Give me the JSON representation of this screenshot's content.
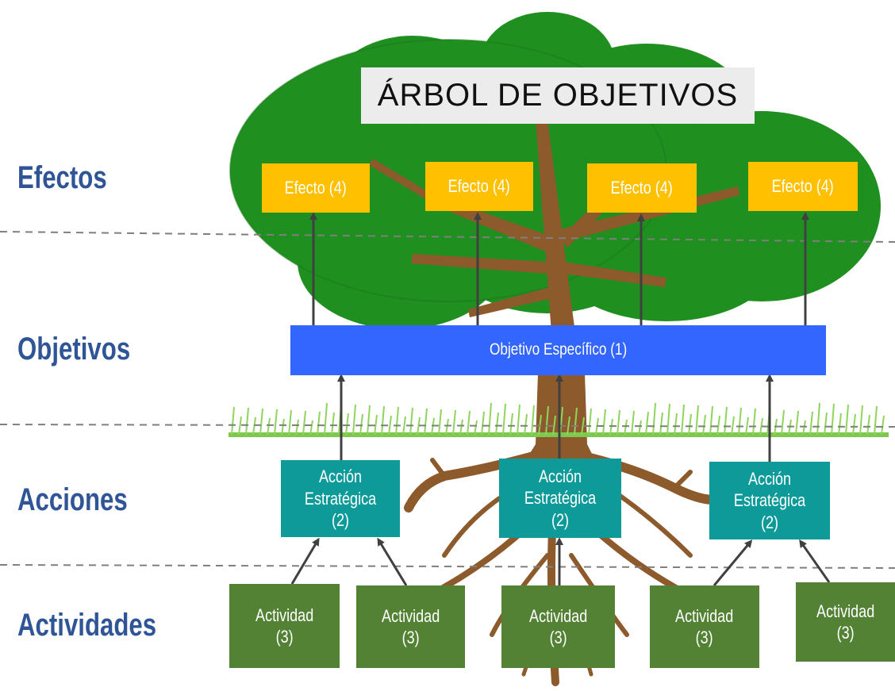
{
  "title": "ÁRBOL DE OBJETIVOS",
  "row_labels": {
    "effects": "Efectos",
    "objectives": "Objetivos",
    "actions": "Acciones",
    "activities": "Actividades"
  },
  "effects": [
    "Efecto (4)",
    "Efecto (4)",
    "Efecto (4)",
    "Efecto (4)"
  ],
  "objective": "Objetivo Específico (1)",
  "actions": [
    "Acción\nEstratégica\n(2)",
    "Acción\nEstratégica\n(2)",
    "Acción\nEstratégica\n(2)"
  ],
  "activities": [
    "Actividad\n(3)",
    "Actividad\n(3)",
    "Actividad\n(3)",
    "Actividad\n(3)",
    "Actividad\n(3)"
  ],
  "colors": {
    "effect": "#ffc000",
    "objective": "#3366ff",
    "action": "#0f9a9a",
    "activity": "#548235",
    "foliage": "#1f8f1f",
    "trunk": "#8c5a2b",
    "grass": "#7ec850",
    "labels": "#2f5597",
    "arrows": "#404040",
    "divider": "#7f7f7f"
  },
  "icons": {
    "background": "tree-illustration",
    "ground": "grass-strip"
  }
}
